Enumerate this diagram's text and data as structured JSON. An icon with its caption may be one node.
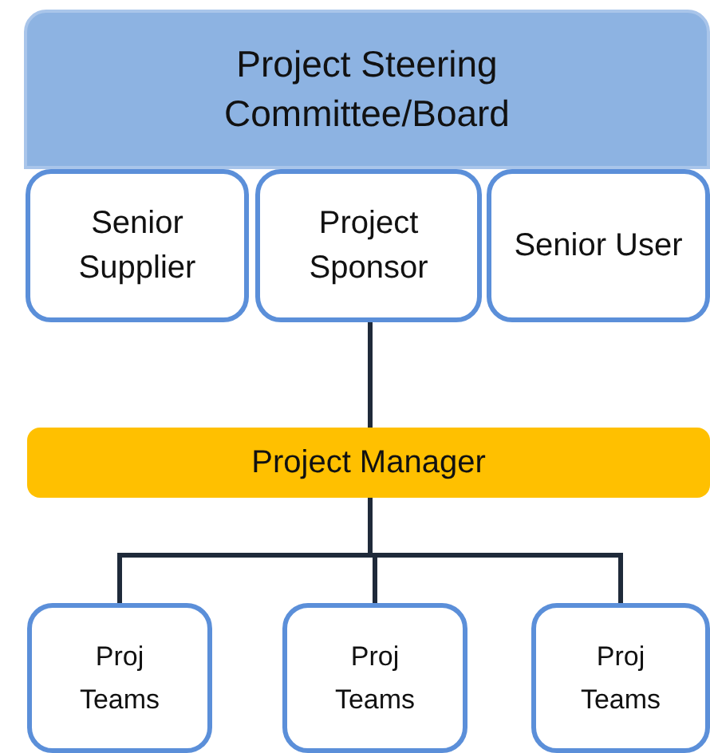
{
  "diagram": {
    "nodes": [
      {
        "text": [
          "Project Steering Committee/Board"
        ]
      },
      {
        "text": [
          "Senior Supplier"
        ]
      },
      {
        "text": [
          "Project Sponsor"
        ]
      },
      {
        "text": [
          "Senior User"
        ]
      },
      {
        "text": [
          "Project Manager"
        ]
      },
      {
        "text": [
          "Proj Teams"
        ]
      },
      {
        "text": [
          "Proj Teams"
        ]
      },
      {
        "text": [
          "Proj Teams"
        ]
      }
    ],
    "edges": [
      {
        "from": 2,
        "to": 4,
        "arrow": "none"
      },
      {
        "from": 4,
        "to": 5,
        "arrow": "none"
      },
      {
        "from": 4,
        "to": 6,
        "arrow": "none"
      },
      {
        "from": 4,
        "to": 7,
        "arrow": "none"
      }
    ]
  }
}
